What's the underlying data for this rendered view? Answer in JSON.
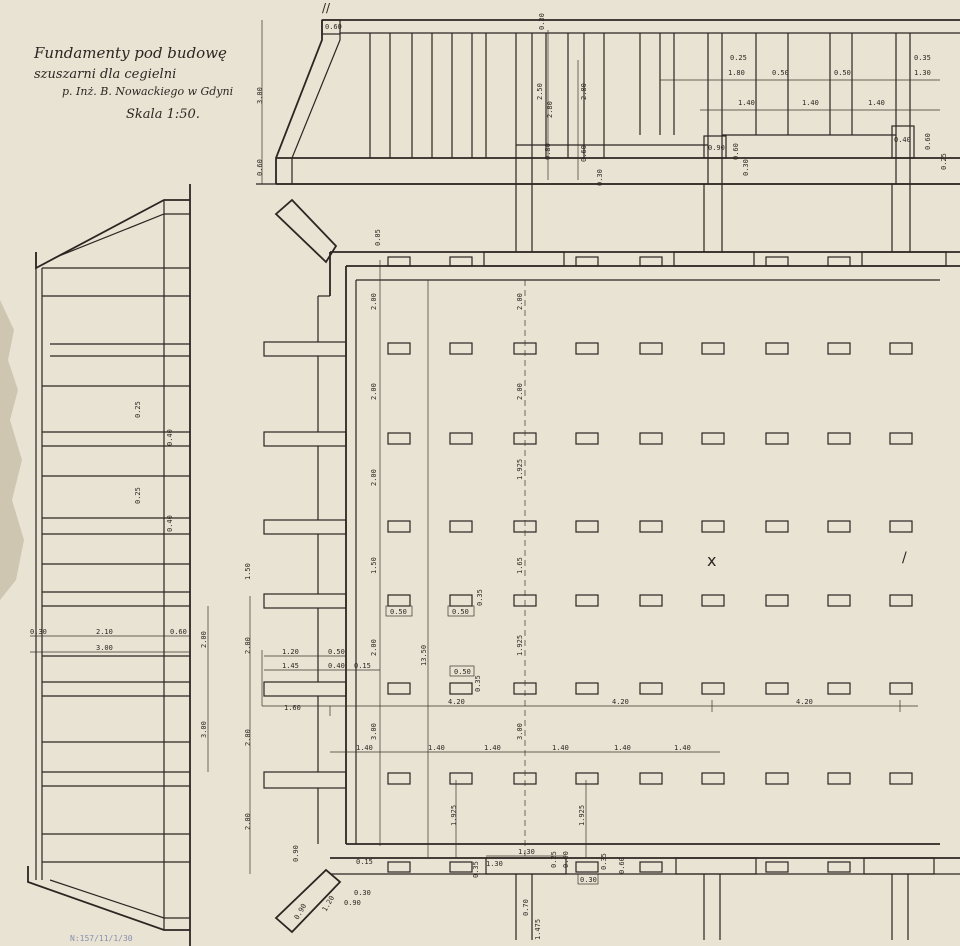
{
  "document": {
    "title_line1": "Fundamenty pod budowę",
    "title_line2": "szuszarni dla cegielni",
    "title_line3": "p. Inż. B. Nowackiego w Gdyni",
    "scale": "Skala 1:50.",
    "margin_marks": "//",
    "stamp": "N:157/11/1/30"
  },
  "dimensions": {
    "elevation_top": [
      "0.60",
      "3.00",
      "0.60",
      "2.50",
      "2.80",
      "2.80",
      "0.80",
      "0.60",
      "0.30",
      "0.30",
      "0.25",
      "0.35",
      "1.80",
      "0.50",
      "0.50",
      "1.30",
      "1.40",
      "1.40",
      "1.40",
      "0.40",
      "0.60",
      "0.60",
      "0.90",
      "0.30",
      "0.25"
    ],
    "left_section": [
      "0.25",
      "0.40",
      "0.25",
      "0.40",
      "0.30",
      "2.10",
      "0.60",
      "3.00",
      "2.00",
      "3.00"
    ],
    "plan_vertical": [
      "0.05",
      "2.00",
      "2.00",
      "1.925",
      "2.00",
      "2.00",
      "1.65",
      "1.50",
      "1.50",
      "2.00",
      "1.925",
      "2.00",
      "2.00",
      "2.00",
      "13.50",
      "3.00",
      "3.00",
      "2.00",
      "1.925",
      "1.925",
      "0.90"
    ],
    "plan_horizontal": [
      "1.20",
      "0.50",
      "1.45",
      "0.40",
      "0.15",
      "1.60",
      "4.20",
      "4.20",
      "4.20",
      "1.40",
      "1.40",
      "1.40",
      "1.40",
      "1.40",
      "1.40",
      "0.50",
      "0.50",
      "0.50",
      "0.35",
      "0.35"
    ],
    "plan_bottom": [
      "1.30",
      "0.60",
      "0.25",
      "0.35",
      "0.30",
      "0.60",
      "0.30",
      "0.90",
      "0.90",
      "1.20",
      "1.475",
      "0.70",
      "1.30",
      "0.15",
      "0.35"
    ],
    "annotations": [
      "x",
      "/"
    ]
  }
}
